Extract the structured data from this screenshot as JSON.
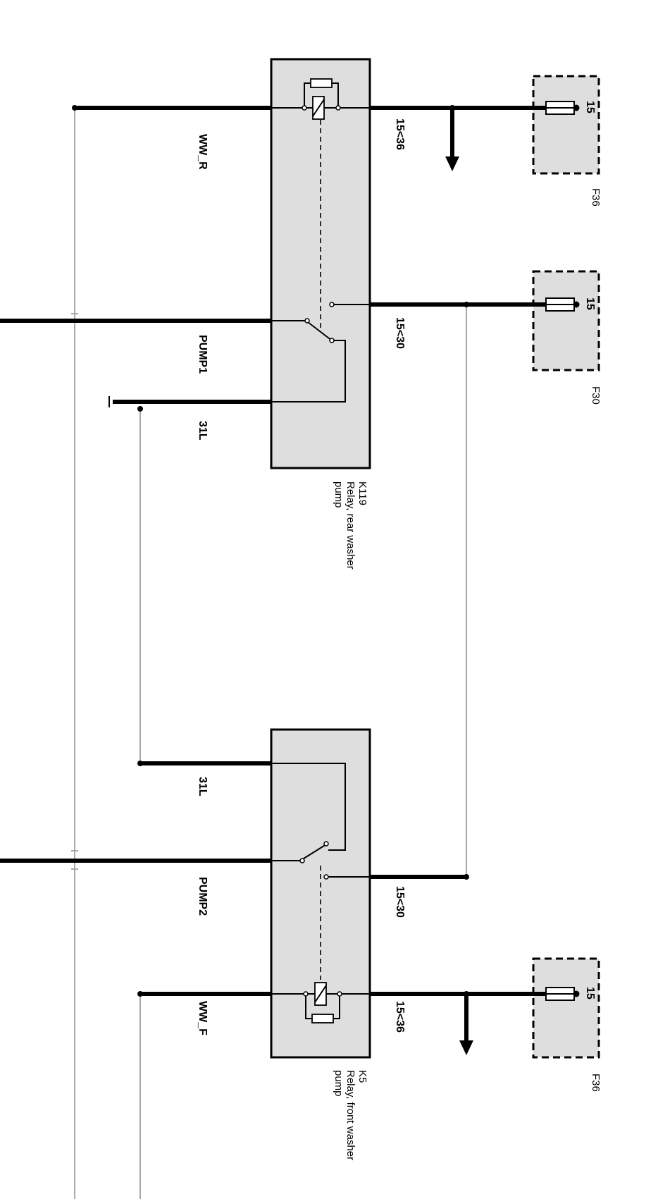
{
  "relays": {
    "rear": {
      "id": "K119",
      "name_line1": "Relay, rear washer",
      "name_line2": "pump"
    },
    "front": {
      "id": "K5",
      "name_line1": "Relay, front washer",
      "name_line2": "pump"
    }
  },
  "fuses": {
    "f36_top": {
      "id": "F36",
      "pin": "15"
    },
    "f30": {
      "id": "F30",
      "pin": "15"
    },
    "f36_bottom": {
      "id": "F36",
      "pin": "15"
    }
  },
  "wire_labels": {
    "ww_r": "WW_R",
    "pump1": "PUMP1",
    "l31_top": "31L",
    "l31_bottom": "31L",
    "pump2": "PUMP2",
    "ww_f": "WW_F",
    "w1536_top": "15<36",
    "w1530_top": "15<30",
    "w1530_bottom": "15<30",
    "w1536_bottom": "15<36"
  }
}
